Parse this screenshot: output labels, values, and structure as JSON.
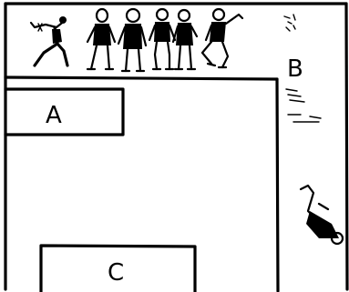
{
  "drawing": {
    "ink_color": "#000000",
    "background_color": "#ffffff",
    "labels": {
      "a": "A",
      "b": "B",
      "c": "C"
    },
    "figures": {
      "upper_row_count": 6,
      "right_side_count": 1
    }
  }
}
